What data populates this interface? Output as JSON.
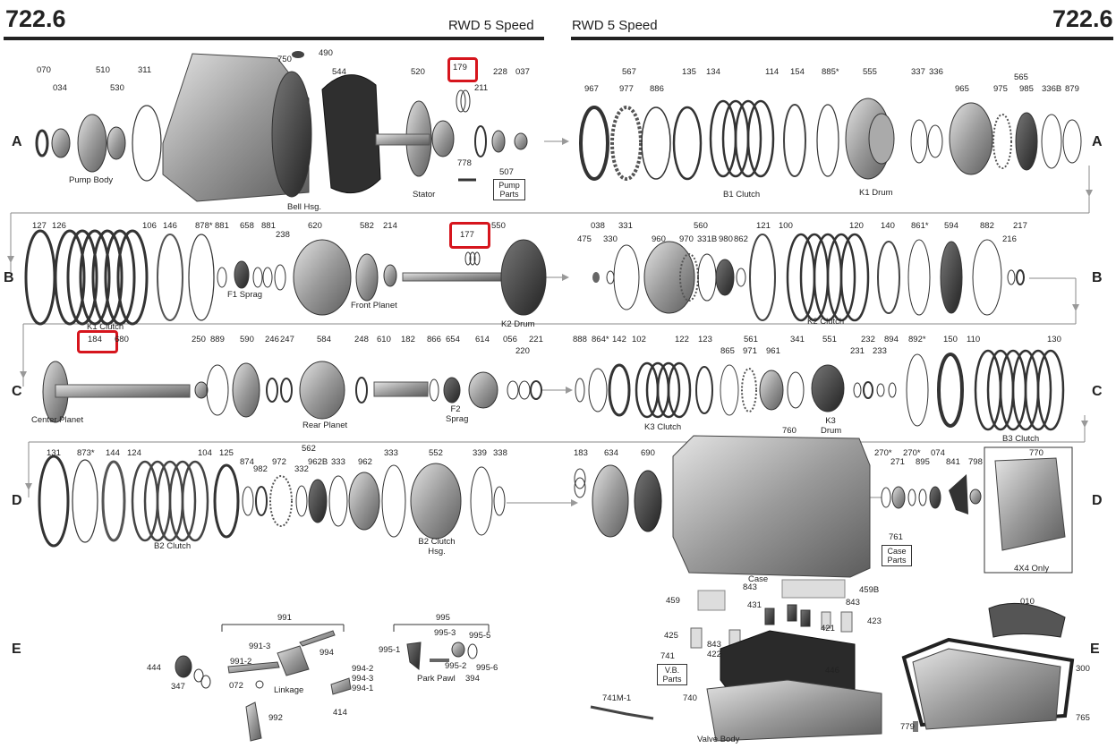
{
  "header": {
    "model_left": "722.6",
    "speed_left": "RWD 5 Speed",
    "speed_right": "RWD 5 Speed",
    "model_right": "722.6"
  },
  "rows": {
    "a_left": "A",
    "a_right": "A",
    "b_left": "B",
    "b_right": "B",
    "c_left": "C",
    "c_right": "C",
    "d_left": "D",
    "d_right": "D",
    "e_left": "E",
    "e_right": "E"
  },
  "highlighted": [
    "179",
    "177",
    "184"
  ],
  "row_a": {
    "numbers": [
      "070",
      "034",
      "510",
      "530",
      "311",
      "750",
      "490",
      "544",
      "520",
      "179",
      "211",
      "228",
      "037",
      "778",
      "567",
      "967",
      "977",
      "886",
      "135",
      "134",
      "114",
      "154",
      "885*",
      "555",
      "337",
      "336",
      "565",
      "965",
      "975",
      "985",
      "336B",
      "879"
    ],
    "captions": [
      "Pump Body",
      "Bell Hsg.",
      "Stator",
      "B1 Clutch",
      "K1 Drum"
    ],
    "box": "Pump Parts",
    "box_num": "507"
  },
  "row_b": {
    "numbers": [
      "127",
      "126",
      "106",
      "146",
      "878*",
      "881",
      "658",
      "881",
      "238",
      "620",
      "582",
      "214",
      "177",
      "550",
      "038",
      "475",
      "330",
      "331",
      "560",
      "960",
      "970",
      "331B",
      "980",
      "862",
      "121",
      "100",
      "120",
      "140",
      "861*",
      "594",
      "882",
      "217",
      "216"
    ],
    "captions": [
      "K1 Clutch",
      "F1 Sprag",
      "Front Planet",
      "K2 Drum",
      "K2 Clutch"
    ]
  },
  "row_c": {
    "numbers": [
      "184",
      "680",
      "250",
      "889",
      "590",
      "246",
      "247",
      "584",
      "248",
      "610",
      "182",
      "866",
      "654",
      "614",
      "056",
      "220",
      "221",
      "888",
      "864*",
      "142",
      "102",
      "122",
      "123",
      "561",
      "865",
      "971",
      "961",
      "341",
      "551",
      "232",
      "231",
      "233",
      "894",
      "892*",
      "150",
      "110",
      "130"
    ],
    "captions": [
      "Center Planet",
      "Rear Planet",
      "F2 Sprag",
      "K3 Clutch",
      "K3 Drum",
      "B3 Clutch"
    ]
  },
  "row_d": {
    "numbers": [
      "131",
      "873*",
      "144",
      "124",
      "104",
      "125",
      "562",
      "874",
      "982",
      "972",
      "332",
      "962B",
      "333",
      "962",
      "333",
      "552",
      "339",
      "338",
      "183",
      "634",
      "690",
      "760",
      "270*",
      "271",
      "270*",
      "895",
      "074",
      "841",
      "798",
      "770"
    ],
    "captions": [
      "B2 Clutch",
      "B2 Clutch Hsg.",
      "4X4 Only"
    ],
    "box": "Case Parts",
    "box_num": "761"
  },
  "row_e": {
    "numbers": [
      "991",
      "995",
      "991-3",
      "994",
      "995-3",
      "995-1",
      "995-5",
      "991-2",
      "995-2",
      "995-6",
      "444",
      "394",
      "347",
      "072",
      "994-2",
      "994-3",
      "994-1",
      "414",
      "992",
      "459",
      "459B",
      "843",
      "431",
      "843",
      "423",
      "425",
      "421",
      "843",
      "422",
      "446",
      "741",
      "741M-1",
      "740",
      "010",
      "300",
      "765",
      "779"
    ],
    "captions": [
      "Linkage",
      "Park Pawl",
      "Case",
      "Valve Body"
    ],
    "box": "V.B. Parts"
  }
}
